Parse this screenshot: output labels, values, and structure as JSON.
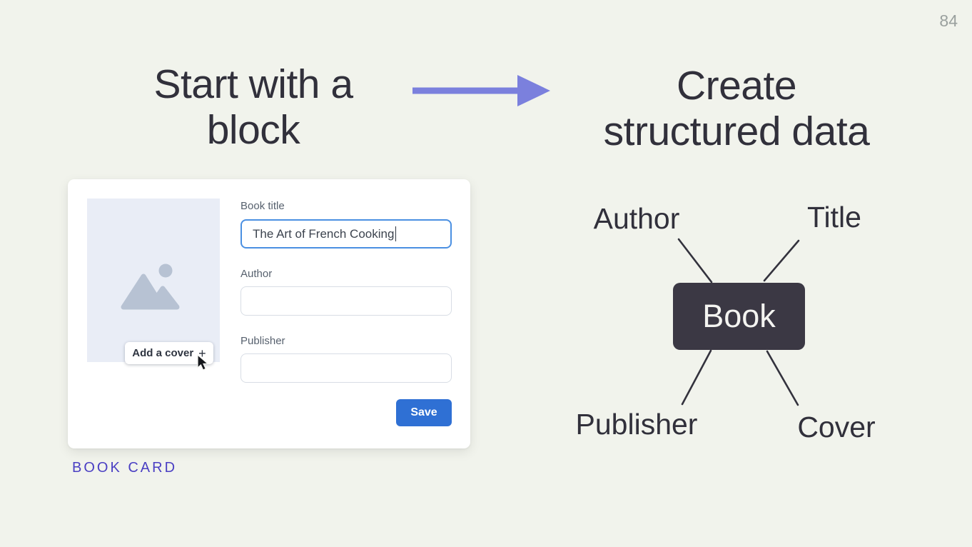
{
  "slide": {
    "page_number": "84",
    "background_color": "#F1F3EC"
  },
  "left": {
    "heading_line1": "Start with a",
    "heading_line2": "block",
    "caption": "BOOK CARD",
    "card": {
      "cover_button_label": "Add a cover",
      "fields": [
        {
          "label": "Book title",
          "value": "The Art of French Cooking"
        },
        {
          "label": "Author",
          "value": ""
        },
        {
          "label": "Publisher",
          "value": ""
        }
      ],
      "save_label": "Save"
    }
  },
  "arrow": {
    "direction": "right",
    "color": "#7B80DD"
  },
  "right": {
    "heading_line1": "Create",
    "heading_line2": "structured data",
    "diagram": {
      "center_node": "Book",
      "attributes": [
        "Author",
        "Title",
        "Publisher",
        "Cover"
      ]
    }
  },
  "icons": {
    "add_cover_plus": "+",
    "image_placeholder": "mountains-and-sun",
    "cursor": "arrow-pointer"
  },
  "colors": {
    "heading_text": "#31303B",
    "arrow": "#7B80DD",
    "caption_purple": "#4A3FC3",
    "save_button_blue": "#2F70D4",
    "focus_border_blue": "#4B90E2",
    "book_node_dark": "#3B3844",
    "cover_placeholder_blue": "#E9EDF6"
  }
}
